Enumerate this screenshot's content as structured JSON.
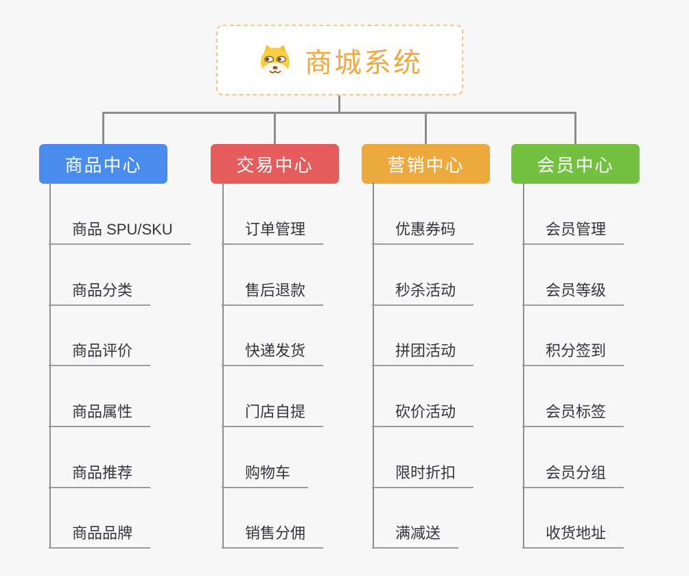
{
  "root": {
    "title": "商城系统",
    "icon": "shiba-dog-icon"
  },
  "branches": [
    {
      "label": "商品中心",
      "color": "#4a8cee",
      "items": [
        "商品 SPU/SKU",
        "商品分类",
        "商品评价",
        "商品属性",
        "商品推荐",
        "商品品牌"
      ]
    },
    {
      "label": "交易中心",
      "color": "#e45c5c",
      "items": [
        "订单管理",
        "售后退款",
        "快递发货",
        "门店自提",
        "购物车",
        "销售分佣"
      ]
    },
    {
      "label": "营销中心",
      "color": "#eba93e",
      "items": [
        "优惠券码",
        "秒杀活动",
        "拼团活动",
        "砍价活动",
        "限时折扣",
        "满减送"
      ]
    },
    {
      "label": "会员中心",
      "color": "#74c041",
      "items": [
        "会员管理",
        "会员等级",
        "积分签到",
        "会员标签",
        "会员分组",
        "收货地址"
      ]
    }
  ],
  "colors": {
    "background": "#f7f7f7",
    "connector": "#8c8c8c",
    "underline": "#9a9a9a",
    "root_border": "#f2c882",
    "root_text": "#f0a73c",
    "item_text": "#33353c",
    "branch_text": "#ffffff"
  }
}
